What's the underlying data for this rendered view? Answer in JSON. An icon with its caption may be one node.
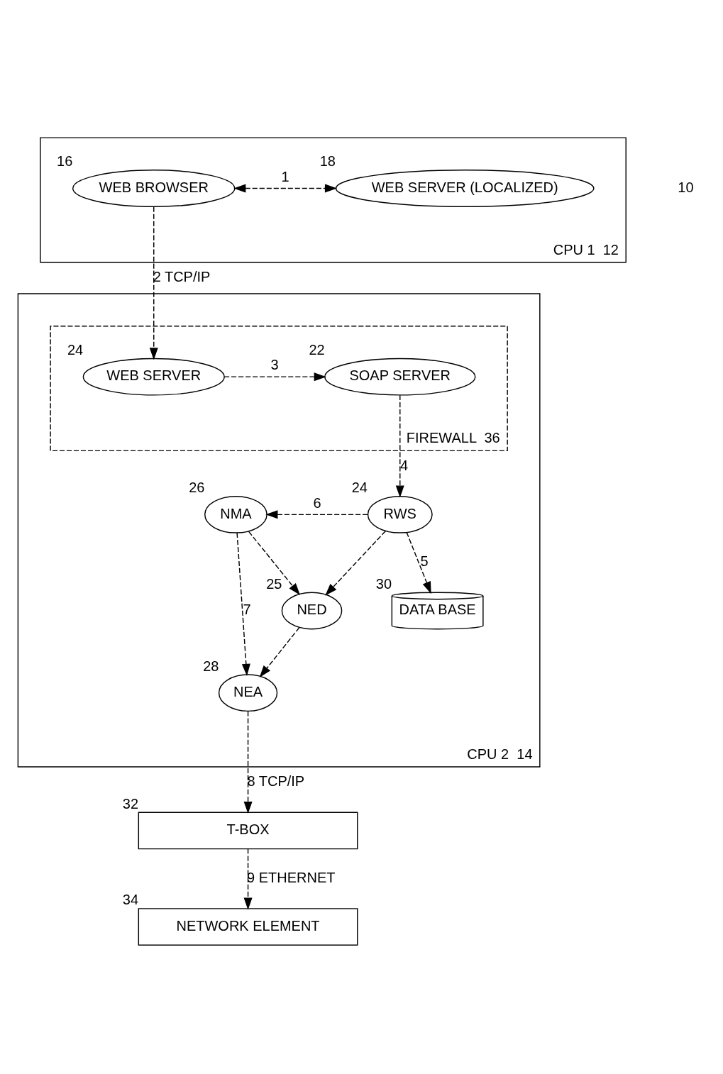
{
  "diagram": {
    "nodes": [
      {
        "text": [
          "CPU 1"
        ],
        "beside": [
          "12"
        ]
      },
      {
        "text": [
          "WEB BROWSER"
        ],
        "in": 0,
        "beside": [
          "16"
        ]
      },
      {
        "text": [
          "WEB SERVER (LOCALIZED)"
        ],
        "in": 0,
        "beside": [
          "18"
        ]
      },
      {
        "text": [
          "CPU 2"
        ],
        "beside": [
          "14"
        ]
      },
      {
        "text": [
          "FIREWALL"
        ],
        "in": 3,
        "beside": [
          "36"
        ]
      },
      {
        "text": [
          "WEB SERVER"
        ],
        "in": 4,
        "beside": [
          "24"
        ]
      },
      {
        "text": [
          "SOAP SERVER"
        ],
        "in": 4,
        "beside": [
          "22"
        ]
      },
      {
        "text": [
          "RWS"
        ],
        "in": 3,
        "beside": [
          "24"
        ]
      },
      {
        "text": [
          "NMA"
        ],
        "in": 3,
        "beside": [
          "26"
        ]
      },
      {
        "text": [
          "NED"
        ],
        "in": 3,
        "beside": [
          "25"
        ]
      },
      {
        "text": [
          "NEA"
        ],
        "in": 3,
        "beside": [
          "28"
        ]
      },
      {
        "text": [
          "DATA BASE"
        ],
        "in": 3,
        "beside": [
          "30"
        ]
      },
      {
        "text": [
          "T-BOX"
        ],
        "beside": [
          "32"
        ]
      },
      {
        "text": [
          "NETWORK ELEMENT"
        ],
        "beside": [
          "34"
        ]
      }
    ],
    "edges": [
      {
        "from": 1,
        "to": 2,
        "arrow": "both",
        "label": "1",
        "style": "dashed"
      },
      {
        "from": 1,
        "to": 5,
        "arrow": "to",
        "label": "2 TCP/IP",
        "style": "dashed"
      },
      {
        "from": 5,
        "to": 6,
        "arrow": "to",
        "label": "3",
        "style": "dashed"
      },
      {
        "from": 6,
        "to": 7,
        "arrow": "to",
        "label": "4",
        "style": "dashed"
      },
      {
        "from": 7,
        "to": 8,
        "arrow": "to",
        "label": "6",
        "style": "dashed"
      },
      {
        "from": 8,
        "to": 9,
        "arrow": "to",
        "style": "dashed"
      },
      {
        "from": 7,
        "to": 9,
        "arrow": "to",
        "style": "dashed"
      },
      {
        "from": 9,
        "to": 10,
        "arrow": "to",
        "style": "dashed"
      },
      {
        "from": 8,
        "to": 10,
        "arrow": "to",
        "label": "7",
        "style": "dashed"
      },
      {
        "from": 7,
        "to": 11,
        "arrow": "to",
        "label": "5",
        "style": "dashed"
      },
      {
        "from": 10,
        "to": 12,
        "arrow": "to",
        "label": "8 TCP/IP",
        "style": "dashed"
      },
      {
        "from": 12,
        "to": 13,
        "arrow": "to",
        "label": "9 ETHERNET",
        "style": "dashed"
      }
    ],
    "labels": [
      "10"
    ]
  }
}
